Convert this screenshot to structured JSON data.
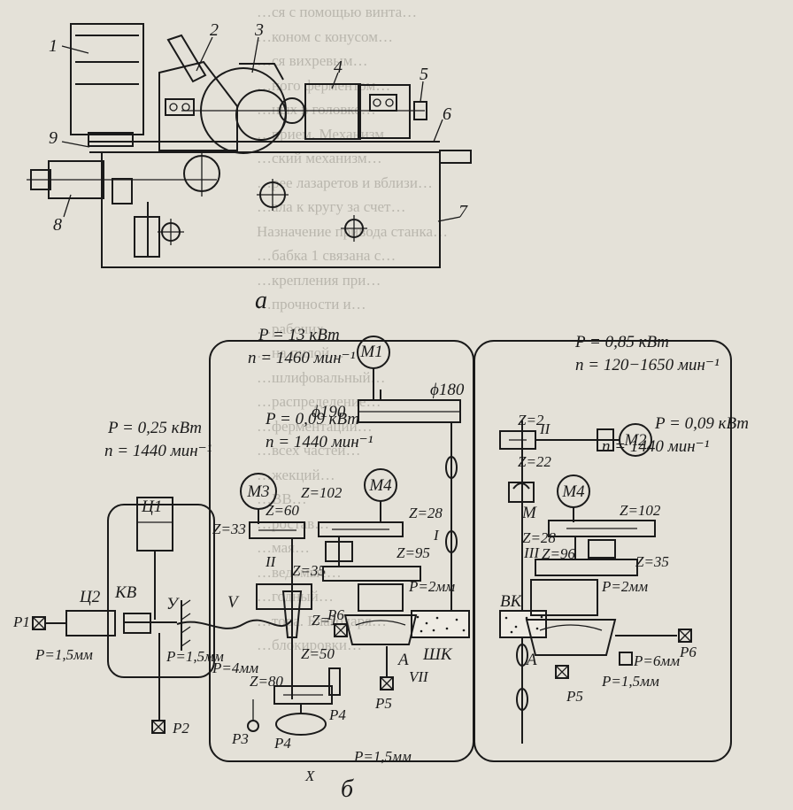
{
  "figure_a": {
    "caption": "а",
    "part_numbers": [
      "1",
      "2",
      "3",
      "4",
      "5",
      "6",
      "7",
      "8",
      "9"
    ]
  },
  "figure_b": {
    "caption": "б",
    "motors": {
      "m1": {
        "name": "M1",
        "power": "P = 13 кВт",
        "speed": "n = 1460 мин⁻¹"
      },
      "m2": {
        "name": "M2",
        "power": "P = 0,85 кВт",
        "speed": "n = 120−1650 мин⁻¹"
      },
      "m3": {
        "name": "M3",
        "power": "P = 0,25 кВт",
        "speed": "n = 1440 мин⁻¹"
      },
      "m4_left": {
        "name": "M4",
        "power": "P = 0,09 кВт",
        "speed": "n = 1440 мин⁻¹"
      },
      "m4_right": {
        "name": "M4",
        "power": "P = 0,09 кВт",
        "speed": "n = 1440 мин⁻¹"
      }
    },
    "pulleys": {
      "d180": "ϕ180",
      "d190": "ϕ190"
    },
    "gears": {
      "z2": "Z=2",
      "z22": "Z=22",
      "z28r": "Z=28",
      "z102r": "Z=102",
      "z96": "Z=96",
      "z35r": "Z=35",
      "z102l": "Z=102",
      "z28l": "Z=28",
      "z95": "Z=95",
      "z35l": "Z=35",
      "z33": "Z=33",
      "z60": "Z=60",
      "z1": "Z=1",
      "z50": "Z=50",
      "z80": "Z=80"
    },
    "pitches": {
      "p2mm_l": "P=2мм",
      "p2mm_r": "P=2мм",
      "p15_ts": "P=1,5мм",
      "p15_tsb": "P=1,5мм",
      "p15_l": "P=1,5мм",
      "p15_r": "P=1,5мм",
      "p4mm": "P=4мм",
      "p6mm": "P=6мм"
    },
    "labels": {
      "c1": "Ц1",
      "c2": "Ц2",
      "kv": "КВ",
      "u": "У",
      "v": "V",
      "shk": "ШК",
      "vk": "ВК",
      "r1": "P1",
      "r2": "P2",
      "r3": "P3",
      "r4a": "P4",
      "r4b": "P4",
      "r5l": "P5",
      "r5r": "P5",
      "r6l": "P6",
      "r6r": "P6",
      "a_l": "А",
      "a_r": "А",
      "m": "М",
      "I": "I",
      "II": "II",
      "III": "III",
      "II2": "II",
      "VII": "VII",
      "X": "X"
    }
  },
  "background_text": [
    "…ся с помощью винта…",
    "…коном с конусом…",
    "…ся вихревым…",
    "…ного ферментом…",
    "…ных в головке…",
    "…прием. Механизм…",
    "…ский механизм…",
    "…рее лазаретов и вблизи…",
    "…ала к кругу за счет…",
    "Назначение привода станка…",
    "…бабка 1 связана с…",
    "…крепления при…",
    "…прочности и…",
    "…рабочих…",
    "…на пилой…",
    "…шлифовальный…",
    "…распределение…",
    "…ферментации…",
    "…всех частей…",
    "…жекций…",
    "…ВВ…",
    "…ростав…",
    "…мая…",
    "…ведомые…",
    "…годный…",
    "…тора. Благодаря…",
    "…блокировки…"
  ]
}
